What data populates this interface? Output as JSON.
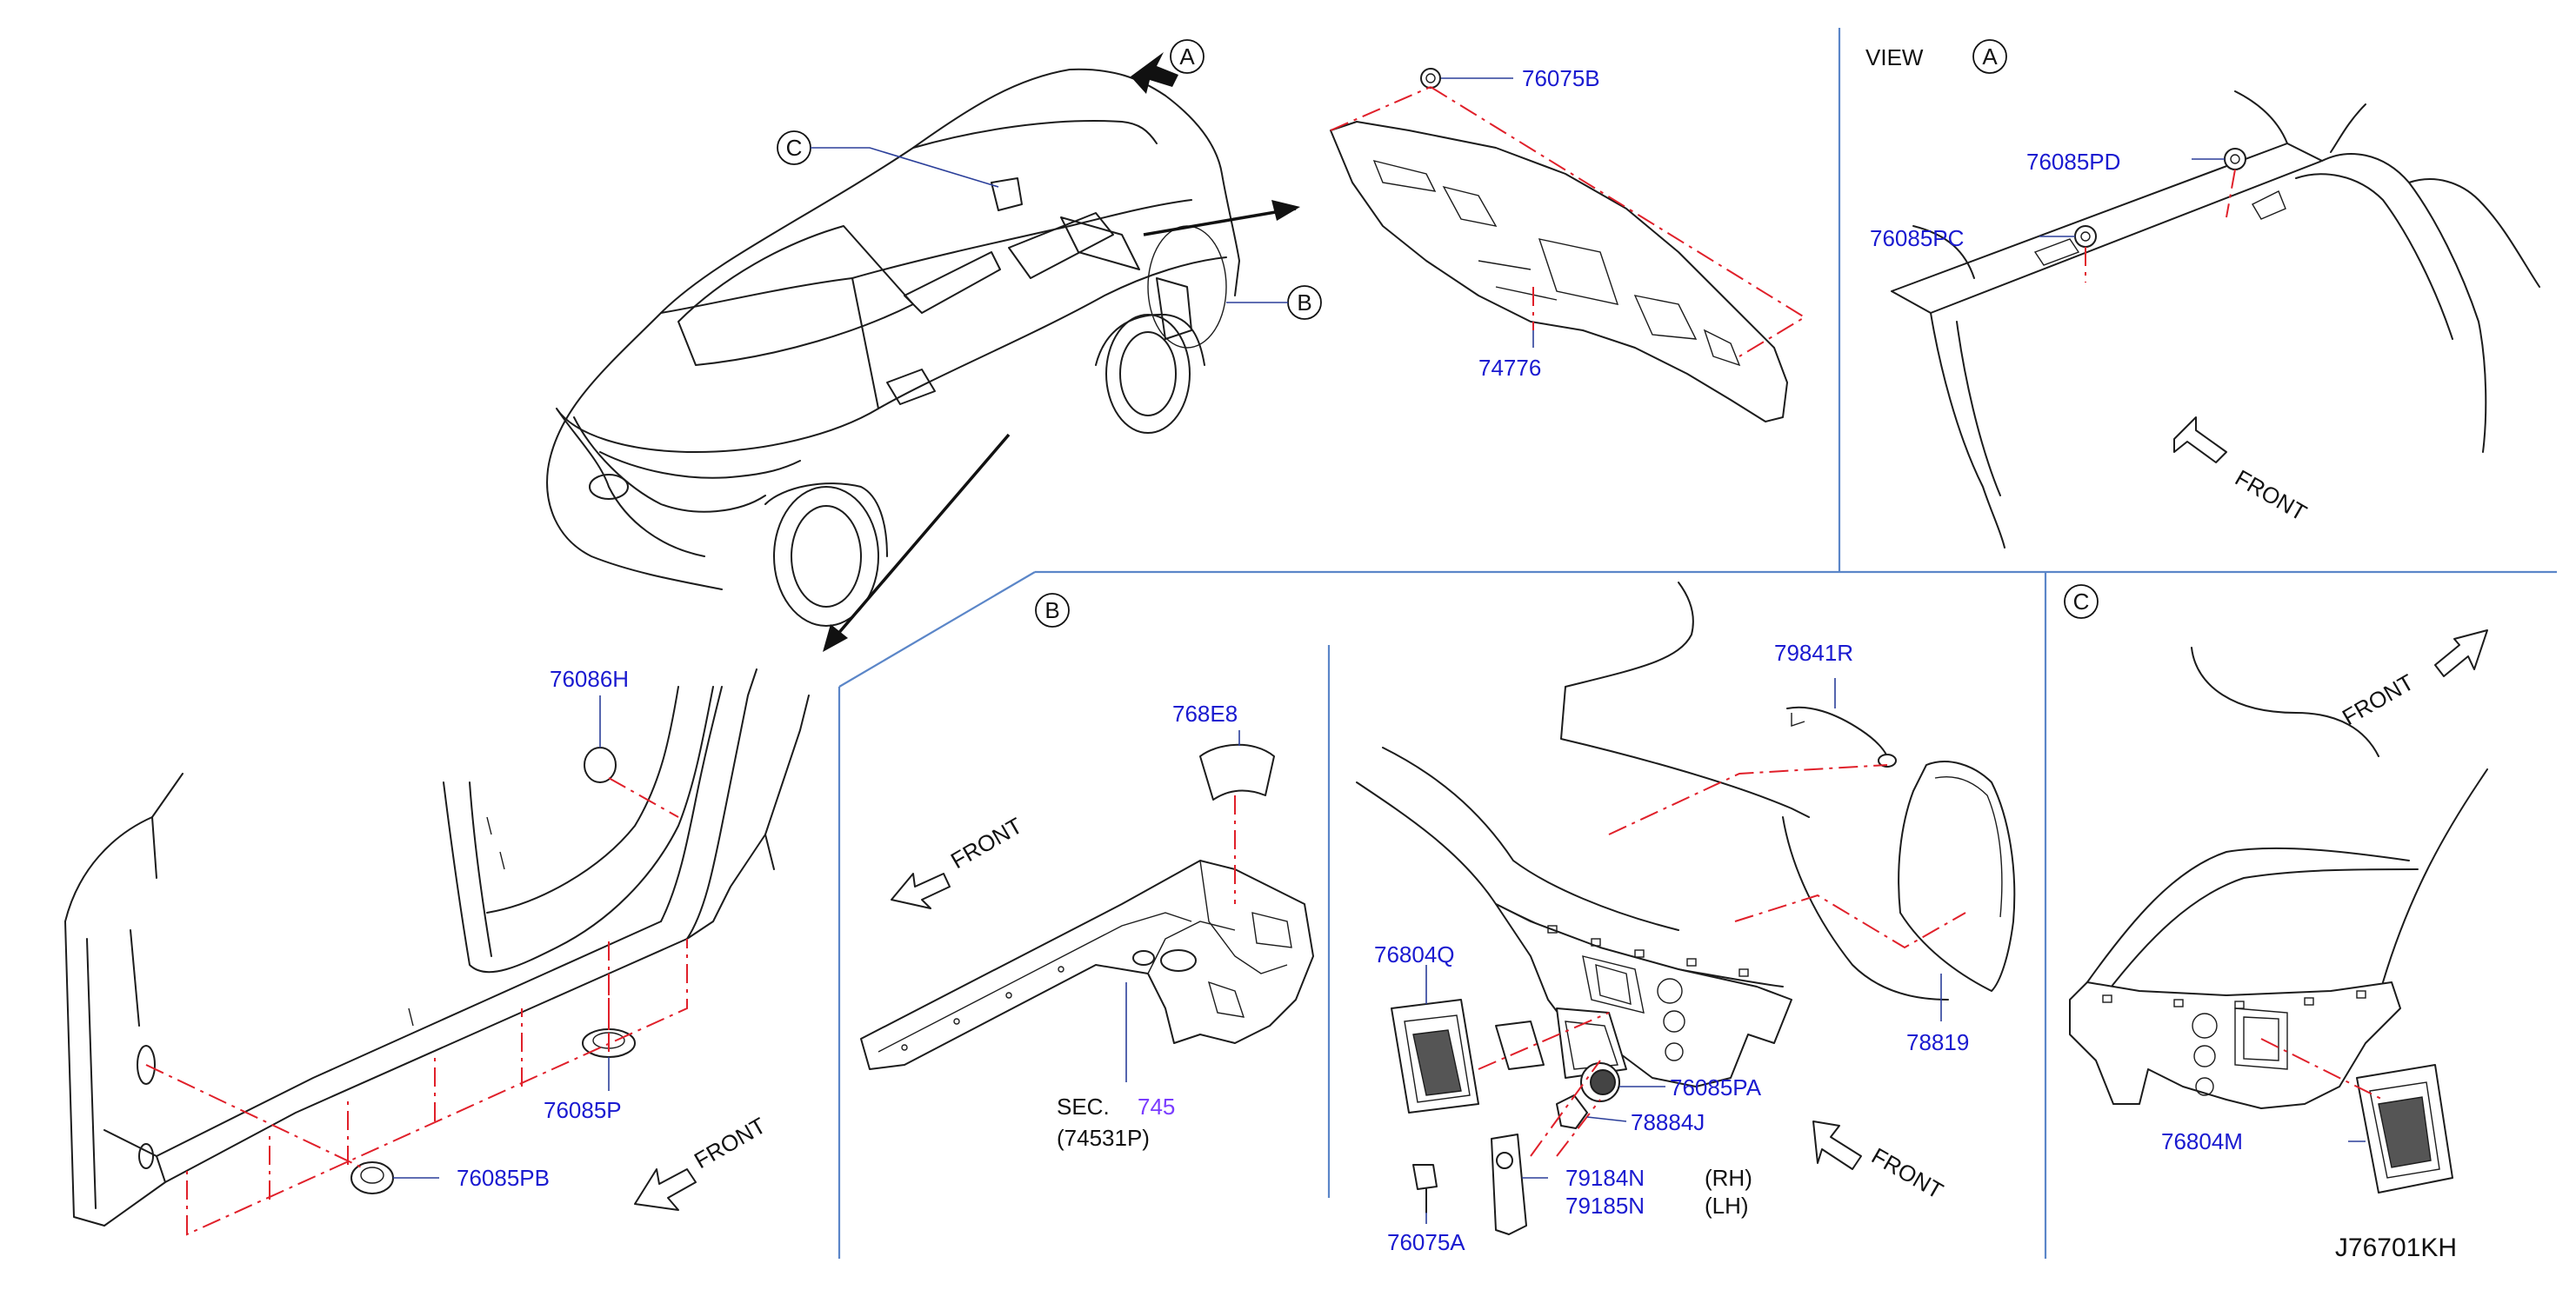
{
  "colors": {
    "part_label": "#1a1ad0",
    "text": "#111111",
    "sec_ref": "#7a3cff",
    "dash_line": "#e0202a",
    "divider": "#5b86c8",
    "leader": "#2b3f9a"
  },
  "callouts": {
    "a": "A",
    "b": "B",
    "c": "C"
  },
  "view_a": {
    "view_word": "VIEW",
    "circle": "A",
    "front": "FRONT"
  },
  "parts": {
    "p76075B": "76075B",
    "p74776": "74776",
    "p76085PD": "76085PD",
    "p76085PC": "76085PC",
    "p76086H": "76086H",
    "p76085P": "76085P",
    "p76085PB": "76085PB",
    "p768E8": "768E8",
    "p79841R": "79841R",
    "p76804Q": "76804Q",
    "p78819": "78819",
    "p76085PA": "76085PA",
    "p78884J": "78884J",
    "p79184N": "79184N",
    "p79185N": "79185N",
    "p76075A": "76075A",
    "p76804M": "76804M"
  },
  "sides": {
    "rh": "(RH)",
    "lh": "(LH)"
  },
  "sec": {
    "word": "SEC.",
    "number": "745",
    "sub": "(74531P)"
  },
  "front_labels": {
    "sill": "FRONT",
    "panel_b_left": "FRONT",
    "panel_b_right": "FRONT",
    "panel_c": "FRONT"
  },
  "diagram_code": "J76701KH"
}
